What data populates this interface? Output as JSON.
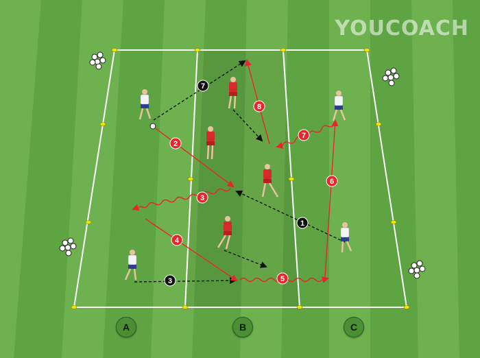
{
  "brand": {
    "name": "YOUCOACH"
  },
  "zones": [
    {
      "label": "A"
    },
    {
      "label": "B"
    },
    {
      "label": "C"
    }
  ],
  "steps": [
    {
      "label": "1",
      "color": "black"
    },
    {
      "label": "2",
      "color": "red"
    },
    {
      "label": "3",
      "color": "red"
    },
    {
      "label": "3",
      "color": "black"
    },
    {
      "label": "4",
      "color": "red"
    },
    {
      "label": "5",
      "color": "red"
    },
    {
      "label": "6",
      "color": "red"
    },
    {
      "label": "7",
      "color": "red"
    },
    {
      "label": "7",
      "color": "black"
    },
    {
      "label": "8",
      "color": "red"
    }
  ],
  "colors": {
    "grass_light": "#6cb04b",
    "grass_dark": "#57973b",
    "red": "#e8252b",
    "black": "#111111",
    "line": "#ffffff",
    "cone": "#f2e600",
    "team_red": "#d42a2a",
    "team_white": "#f4f4f4"
  }
}
